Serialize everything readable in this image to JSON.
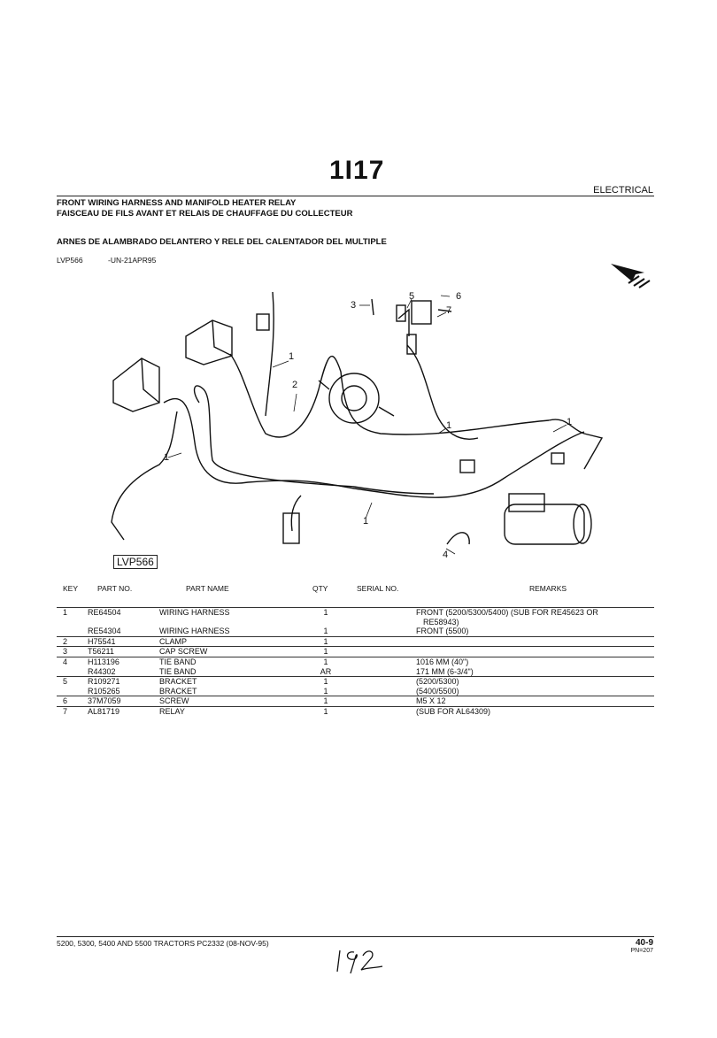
{
  "header": {
    "section": "1I17",
    "category": "ELECTRICAL",
    "title_en": "FRONT WIRING HARNESS AND MANIFOLD HEATER RELAY",
    "title_fr": "FAISCEAU DE FILS AVANT ET RELAIS DE CHAUFFAGE DU COLLECTEUR",
    "title_es": "ARNES DE ALAMBRADO DELANTERO Y RELE DEL CALENTADOR DEL MULTIPLE",
    "figure_code": "LVP566",
    "figure_ref": "-UN-21APR95"
  },
  "figure": {
    "label": "LVP566",
    "callouts": [
      "1",
      "1",
      "1",
      "1",
      "1",
      "2",
      "3",
      "4",
      "5",
      "6",
      "7"
    ]
  },
  "table": {
    "columns": [
      "KEY",
      "PART NO.",
      "PART NAME",
      "QTY",
      "SERIAL NO.",
      "REMARKS"
    ],
    "rows": [
      {
        "key": "1",
        "part": "RE64504",
        "name": "WIRING HARNESS",
        "qty": "1",
        "remarks": "FRONT (5200/5300/5400) (SUB FOR RE45623 OR",
        "sep": true
      },
      {
        "key": "",
        "part": "",
        "name": "",
        "qty": "",
        "remarks": "RE58943)",
        "sep": false,
        "indent": true
      },
      {
        "key": "",
        "part": "RE54304",
        "name": "WIRING HARNESS",
        "qty": "1",
        "remarks": "FRONT (5500)",
        "sep": false
      },
      {
        "key": "2",
        "part": "H75541",
        "name": "CLAMP",
        "qty": "1",
        "remarks": "",
        "sep": true
      },
      {
        "key": "3",
        "part": "T56211",
        "name": "CAP SCREW",
        "qty": "1",
        "remarks": "",
        "sep": true
      },
      {
        "key": "4",
        "part": "H113196",
        "name": "TIE BAND",
        "qty": "1",
        "remarks": "1016 MM (40\")",
        "sep": true
      },
      {
        "key": "",
        "part": "R44302",
        "name": "TIE BAND",
        "qty": "AR",
        "remarks": "171 MM (6-3/4\")",
        "sep": false
      },
      {
        "key": "5",
        "part": "R109271",
        "name": "BRACKET",
        "qty": "1",
        "remarks": "(5200/5300)",
        "sep": true
      },
      {
        "key": "",
        "part": "R105265",
        "name": "BRACKET",
        "qty": "1",
        "remarks": "(5400/5500)",
        "sep": false
      },
      {
        "key": "6",
        "part": "37M7059",
        "name": "SCREW",
        "qty": "1",
        "remarks": "M5 X 12",
        "sep": true
      },
      {
        "key": "7",
        "part": "AL81719",
        "name": "RELAY",
        "qty": "1",
        "remarks": "(SUB FOR AL64309)",
        "sep": true
      }
    ]
  },
  "footer": {
    "models": "5200, 5300, 5400 AND 5500 TRACTORS   PC2332    (08-NOV-95)",
    "page": "40-9",
    "pn": "PN=207",
    "handwritten_page": "192"
  }
}
